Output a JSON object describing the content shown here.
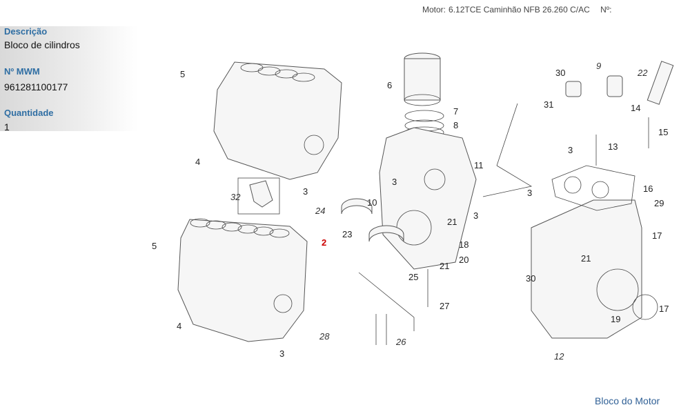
{
  "header": {
    "motor_label": "Motor:",
    "motor_value": "6.12TCE Caminhão NFB 26.260 C/AC",
    "number_label": "Nº:"
  },
  "details": {
    "description_label": "Descrição",
    "description_value": "Bloco de cilindros",
    "mwm_label": "Nº MWM",
    "mwm_value": "961281100177",
    "quantity_label": "Quantidade",
    "quantity_value": "1"
  },
  "callouts": [
    "5",
    "4",
    "3",
    "32",
    "6",
    "7",
    "8",
    "31",
    "30",
    "9",
    "22",
    "14",
    "15",
    "13",
    "3",
    "11",
    "3",
    "3",
    "10",
    "24",
    "16",
    "29",
    "21",
    "3",
    "2",
    "23",
    "5",
    "18",
    "20",
    "21",
    "17",
    "21",
    "30",
    "25",
    "27",
    "17",
    "19",
    "4",
    "3",
    "28",
    "26",
    "12"
  ],
  "footer": {
    "link": "Bloco do Motor"
  },
  "colors": {
    "label": "#2f6ea3",
    "highlight": "#cc0000",
    "link": "#2f5f95"
  }
}
